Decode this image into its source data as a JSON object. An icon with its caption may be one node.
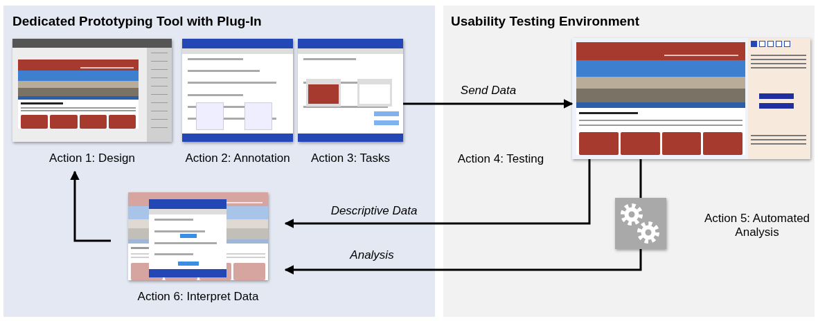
{
  "diagram": {
    "nodes": [
      {
        "text": [
          "Dedicated Prototyping Tool with Plug-In"
        ]
      },
      {
        "text": [],
        "shape": "picture",
        "in": 0,
        "beside": [
          "Action 1: Design"
        ]
      },
      {
        "text": [],
        "shape": "picture",
        "in": 0,
        "beside": [
          "Action 2: Annotation"
        ]
      },
      {
        "text": [],
        "shape": "picture",
        "in": 0,
        "beside": [
          "Action 3: Tasks"
        ]
      },
      {
        "text": [],
        "shape": "picture",
        "in": 0,
        "beside": [
          "Action 6: Interpret Data"
        ]
      },
      {
        "text": [
          "Usability Testing Environment"
        ]
      },
      {
        "text": [],
        "shape": "picture",
        "in": 5,
        "beside": [
          "Action 4: Testing"
        ]
      },
      {
        "text": [],
        "shape": "picture",
        "in": 5,
        "beside": [
          "Action 5: Automated Analysis"
        ]
      }
    ],
    "edges": [
      {
        "from": 3,
        "to": 6,
        "arrow": "to",
        "label": "Send Data"
      },
      {
        "from": 6,
        "to": 4,
        "arrow": "to",
        "label": "Descriptive Data"
      },
      {
        "from": 6,
        "to": 7,
        "arrow": "none"
      },
      {
        "from": 7,
        "to": 4,
        "arrow": "to",
        "label": "Analysis"
      },
      {
        "from": 4,
        "to": 1,
        "arrow": "to"
      }
    ]
  }
}
